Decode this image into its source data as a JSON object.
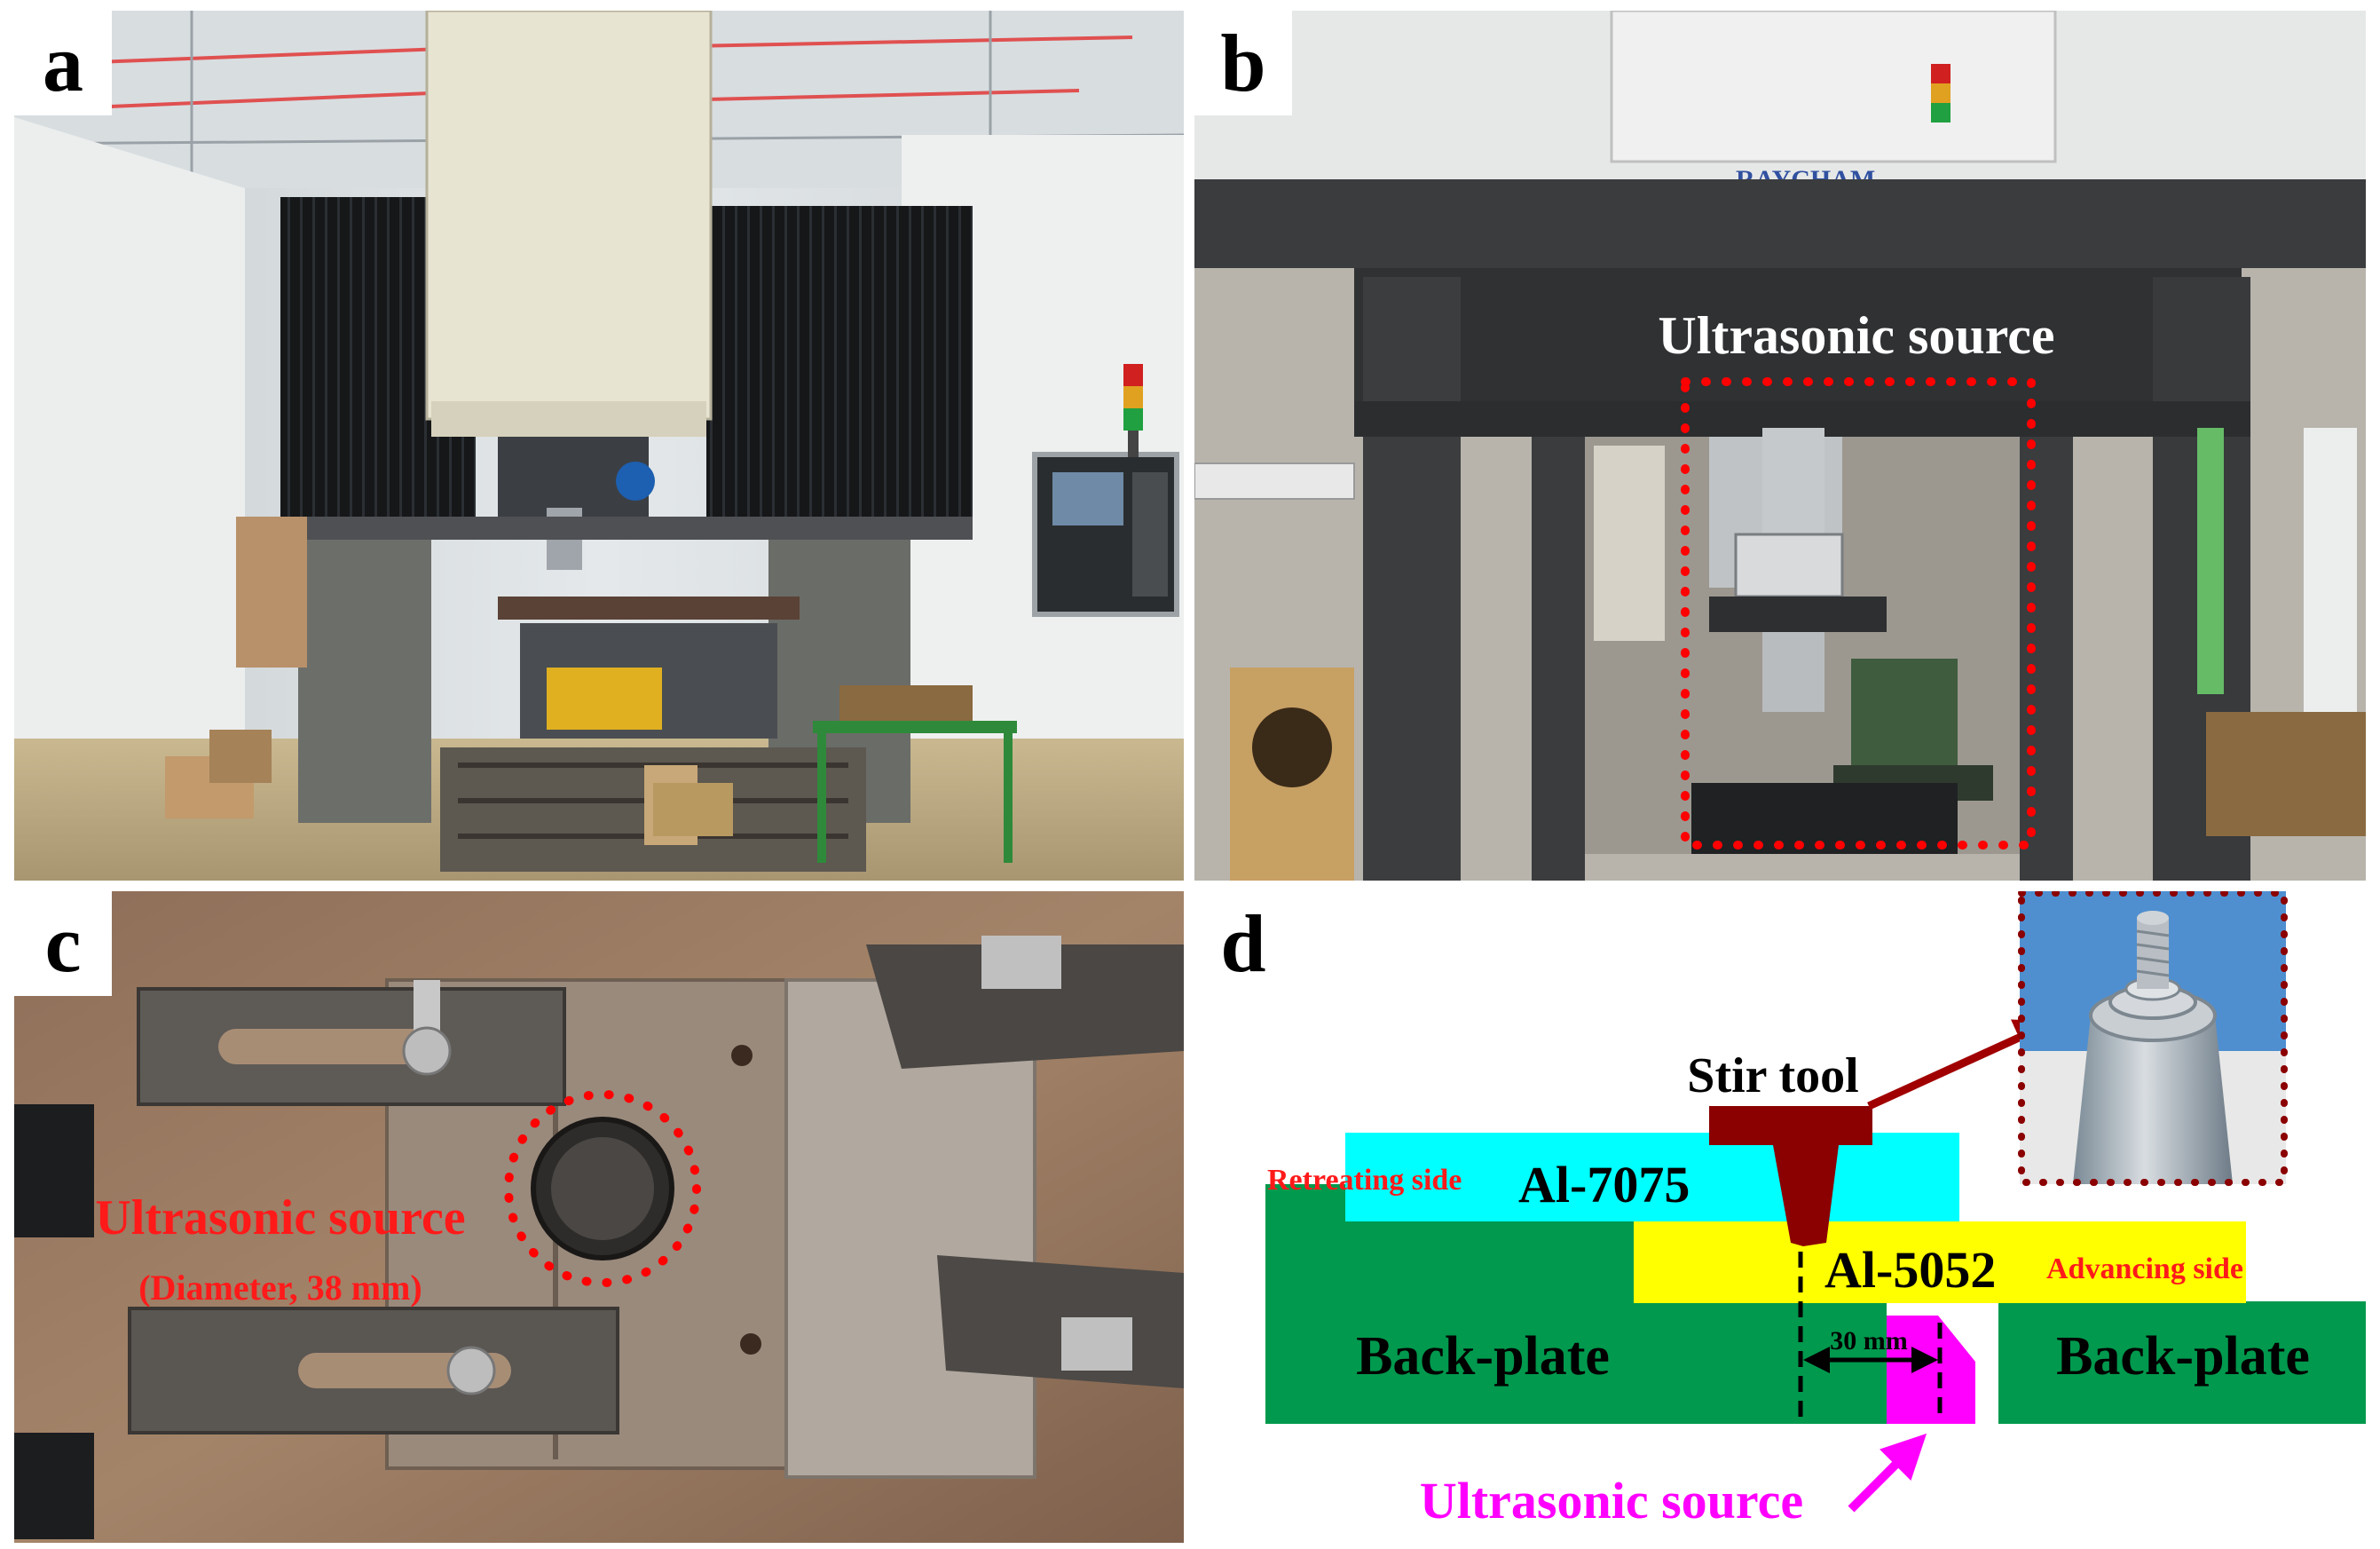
{
  "panels": {
    "a": {
      "letter": "a"
    },
    "b": {
      "letter": "b",
      "callout": "Ultrasonic source",
      "brand": "RAYCHAM"
    },
    "c": {
      "letter": "c",
      "callout": "Ultrasonic source",
      "callout_sub": "(Diameter, 38 mm)"
    },
    "d": {
      "letter": "d",
      "stir_tool": "Stir tool",
      "retreating_side": "Retreating side",
      "al7075": "Al-7075",
      "al5052": "Al-5052",
      "advancing_side": "Advancing side",
      "back_plate_left": "Back-plate",
      "back_plate_right": "Back-plate",
      "offset": "30 mm",
      "ultrasonic_source": "Ultrasonic source"
    }
  },
  "colors": {
    "al7075": "#00ffff",
    "al5052": "#ffff00",
    "back_plate": "#00994d",
    "stir_tool": "#8b0000",
    "ultrasonic": "#ff00ff",
    "callout_red": "#ff0000",
    "arrow_dark_red": "#a00000"
  }
}
